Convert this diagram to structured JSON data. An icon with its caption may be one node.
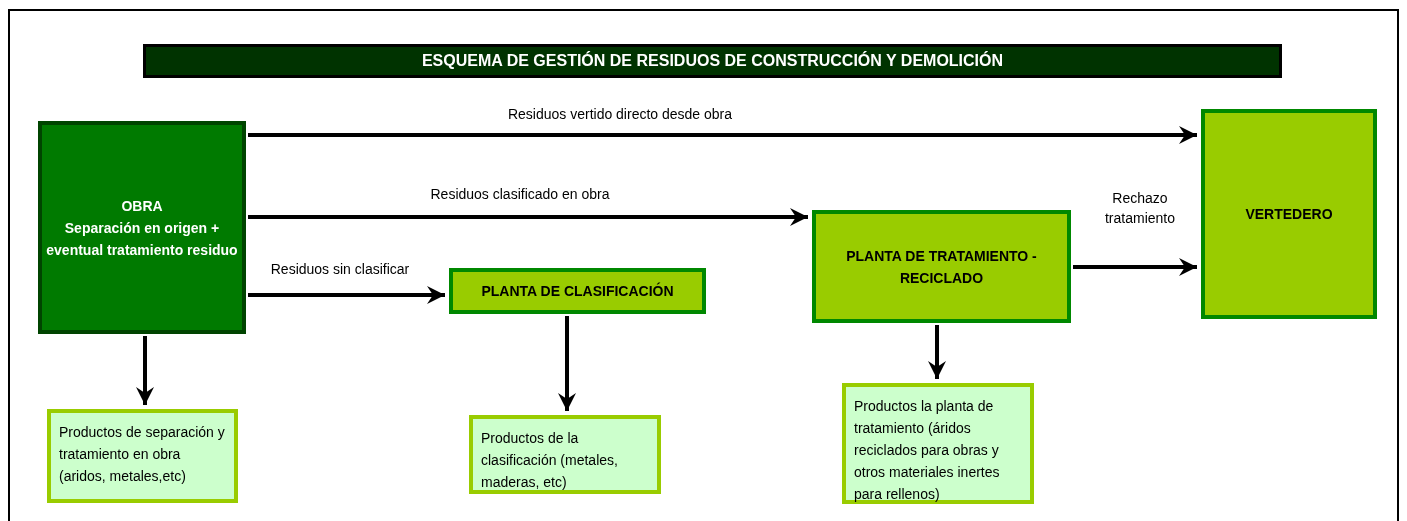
{
  "diagram": {
    "title": "ESQUEMA DE GESTIÓN DE RESIDUOS DE CONSTRUCCIÓN Y DEMOLICIÓN",
    "nodes": [
      {
        "text": [
          "OBRA",
          "Separación en origen + eventual tratamiento residuo"
        ]
      },
      {
        "text": [
          "PLANTA DE CLASIFICACIÓN"
        ]
      },
      {
        "text": [
          "PLANTA DE TRATAMIENTO - RECICLADO"
        ]
      },
      {
        "text": [
          "VERTEDERO"
        ]
      },
      {
        "text": [
          "Productos de separación y tratamiento en obra (aridos, metales,etc)"
        ]
      },
      {
        "text": [
          "Productos de la clasificación (metales, maderas, etc)"
        ]
      },
      {
        "text": [
          "Productos la planta de tratamiento (áridos reciclados para obras y otros materiales inertes para rellenos)"
        ]
      }
    ],
    "edges": [
      {
        "from": 0,
        "to": 3,
        "arrow": "to",
        "label": "Residuos vertido directo desde obra"
      },
      {
        "from": 0,
        "to": 2,
        "arrow": "to",
        "label": "Residuos clasificado en obra"
      },
      {
        "from": 0,
        "to": 1,
        "arrow": "to",
        "label": "Residuos sin clasificar"
      },
      {
        "from": 2,
        "to": 3,
        "arrow": "to",
        "label": "Rechazo tratamiento"
      },
      {
        "from": 0,
        "to": 4,
        "arrow": "to"
      },
      {
        "from": 1,
        "to": 5,
        "arrow": "to"
      },
      {
        "from": 2,
        "to": 6,
        "arrow": "to"
      }
    ]
  }
}
